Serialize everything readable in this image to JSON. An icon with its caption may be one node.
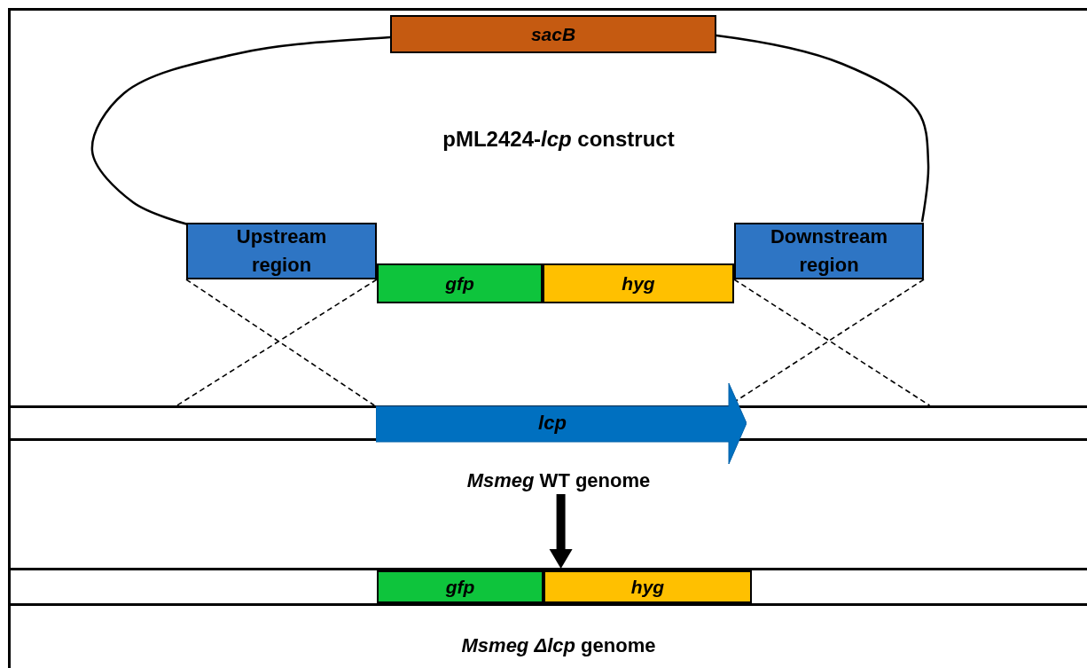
{
  "diagram": {
    "nodes": [
      {
        "text": [
          "pML2424-*lcp* construct"
        ]
      },
      {
        "text": [
          "sacB"
        ]
      },
      {
        "text": [
          "Upstream region"
        ]
      },
      {
        "text": [
          "gfp"
        ]
      },
      {
        "text": [
          "hyg"
        ]
      },
      {
        "text": [
          "Downstream region"
        ]
      },
      {
        "text": [],
        "shape": "bar",
        "beside": [
          "*Msmeg* WT genome"
        ]
      },
      {
        "text": [
          "lcp"
        ]
      },
      {
        "text": [],
        "shape": "bar",
        "beside": [
          "*Msmeg* *Δlcp* genome"
        ]
      },
      {
        "text": [
          "gfp"
        ],
        "in": 8
      },
      {
        "text": [
          "hyg"
        ],
        "in": 8
      }
    ],
    "edges": [
      {
        "from": 2,
        "to": 6,
        "arrow": "none",
        "style": "dashed"
      },
      {
        "from": 2,
        "to": 6,
        "arrow": "none",
        "style": "dashed"
      },
      {
        "from": 5,
        "to": 6,
        "arrow": "none",
        "style": "dashed"
      },
      {
        "from": 5,
        "to": 6,
        "arrow": "none",
        "style": "dashed"
      },
      {
        "from": 6,
        "to": 8,
        "arrow": "to",
        "style": "thick"
      }
    ]
  }
}
